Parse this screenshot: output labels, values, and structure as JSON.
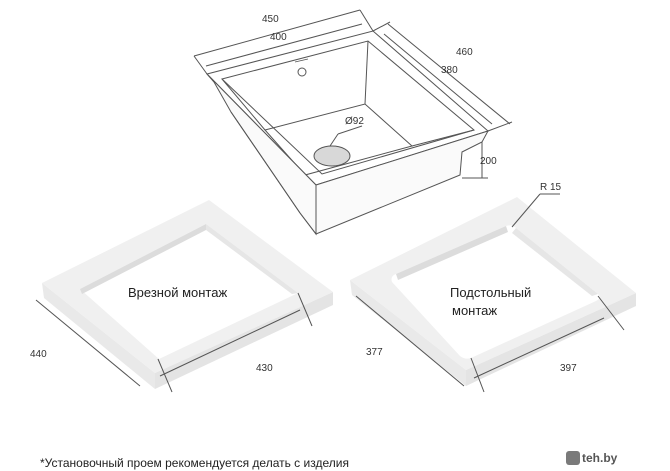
{
  "sink": {
    "dimensions": {
      "outer_width": "450",
      "bowl_width": "400",
      "outer_depth": "460",
      "bowl_depth": "380",
      "height": "200",
      "drain_diameter": "Ø92"
    }
  },
  "inset_mount": {
    "label": "Врезной монтаж",
    "cutout_depth": "440",
    "cutout_width": "430"
  },
  "undermount": {
    "label_line1": "Подстольный",
    "label_line2": "монтаж",
    "corner_radius": "R 15",
    "cutout_depth": "377",
    "cutout_width": "397"
  },
  "footnote": "*Установочный проем рекомендуется делать с изделия",
  "watermark": "teh.by",
  "colors": {
    "line": "#555555",
    "slab_fill": "#f0f0f0",
    "slab_edge": "#e9e9e9"
  }
}
